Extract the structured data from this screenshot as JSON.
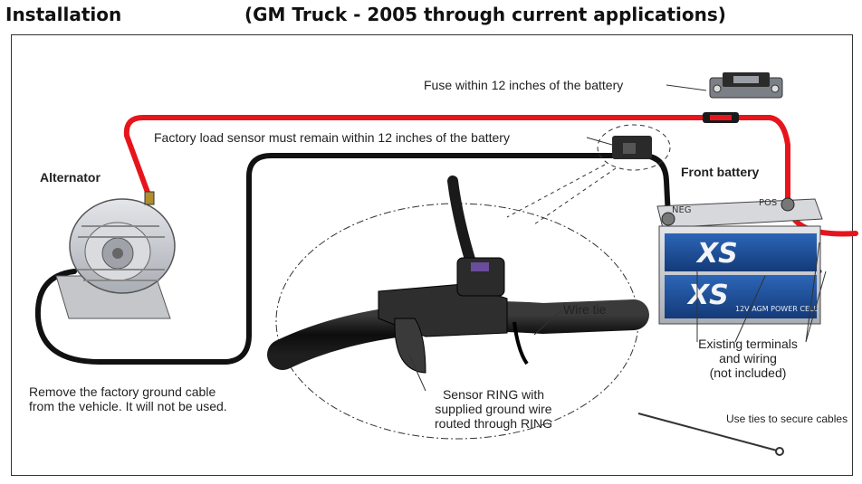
{
  "header": {
    "left": "Installation",
    "right": "(GM Truck - 2005 through current applications)"
  },
  "labels": {
    "fuse": "Fuse within 12 inches of the battery",
    "load_sensor": "Factory load sensor must remain within 12 inches of the battery",
    "alternator": "Alternator",
    "front_battery": "Front battery",
    "wire_tie": "Wire tie",
    "existing_terminals": [
      "Existing terminals",
      "and wiring",
      "(not included)"
    ],
    "remove_ground": [
      "Remove the factory ground cable",
      "from the vehicle.  It will not be used."
    ],
    "sensor_ring": [
      "Sensor RING with",
      "supplied ground wire",
      "routed through RING"
    ],
    "use_ties": "Use ties to secure cables",
    "battery_neg": "NEG",
    "battery_pos": "POS",
    "battery_brand": "XS",
    "battery_model": "12V AGM POWER CELL"
  },
  "colors": {
    "positive_cable": "#e8141c",
    "ground_cable": "#111111",
    "battery_blue": "#1e4f9c",
    "battery_silver": "#c9ccd1"
  },
  "icons": {
    "alternator": "alternator-icon",
    "battery": "battery-icon",
    "fuse": "fuse-holder-icon",
    "load_sensor": "load-sensor-icon",
    "cable_tie": "cable-tie-icon"
  }
}
